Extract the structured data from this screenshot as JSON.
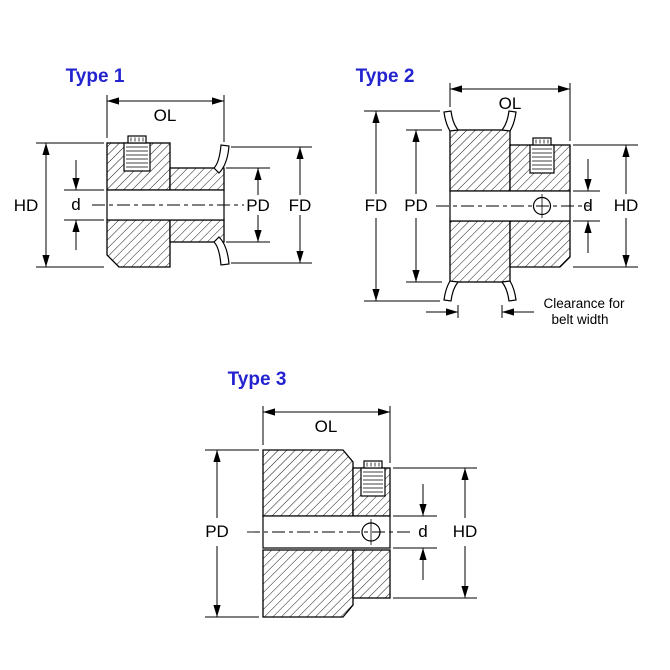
{
  "colors": {
    "title_blue": "#2323cf",
    "line_black": "#000000",
    "background": "#ffffff"
  },
  "type1": {
    "title": "Type 1",
    "labels": {
      "ol": "OL",
      "hd": "HD",
      "d": "d",
      "pd": "PD",
      "fd": "FD"
    }
  },
  "type2": {
    "title": "Type 2",
    "labels": {
      "ol": "OL",
      "fd": "FD",
      "pd": "PD",
      "d": "d",
      "hd": "HD"
    },
    "note": {
      "line1": "Clearance for",
      "line2": "belt width"
    }
  },
  "type3": {
    "title": "Type 3",
    "labels": {
      "ol": "OL",
      "pd": "PD",
      "d": "d",
      "hd": "HD"
    }
  }
}
